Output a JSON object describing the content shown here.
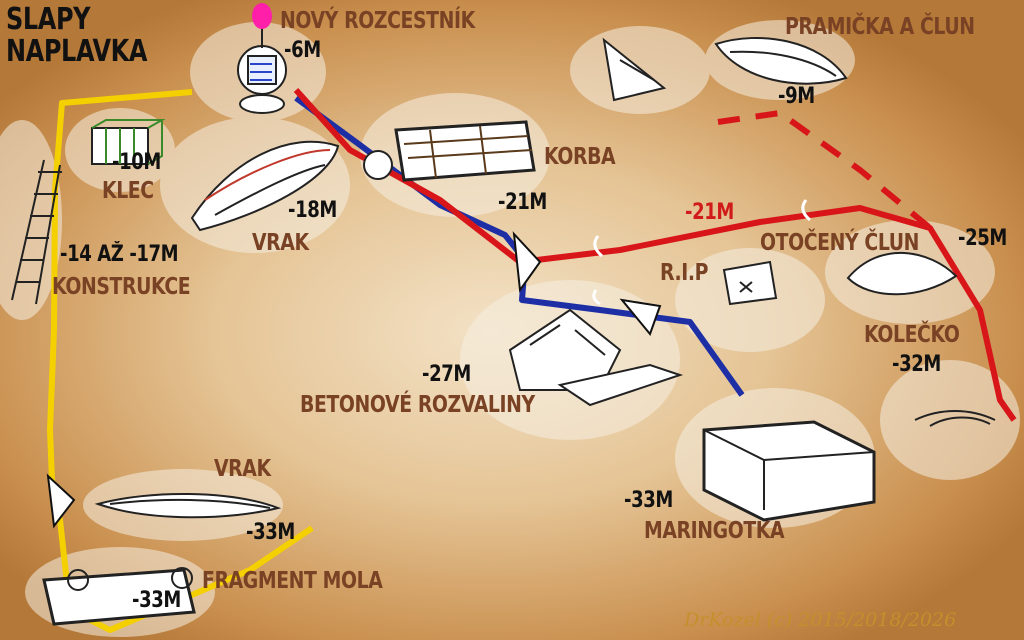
{
  "map": {
    "title_line1": "SLAPY",
    "title_line2": "NAPLAVKA",
    "credit": "DrKozel (c) 2015/2018/2026",
    "colors": {
      "yellow_route": "#f5d000",
      "blue_route": "#1e2fa6",
      "red_route": "#d8161a",
      "label_brown": "#7a4224",
      "entry_marker": "#ff1fa8"
    },
    "sites": [
      {
        "name": "NOVÝ ROZCESTNÍK",
        "depth": "-6M"
      },
      {
        "name": "PRAMIČKA A ČLUN",
        "depth": "-9M"
      },
      {
        "name": "KLEC",
        "depth": "-10M"
      },
      {
        "name": "VRAK",
        "depth": "-18M"
      },
      {
        "name": "KORBA",
        "depth": "-21M"
      },
      {
        "name": "KONSTRUKCE",
        "depth": "-14 AŽ -17M"
      },
      {
        "name": "R.I.P",
        "depth": "-21M"
      },
      {
        "name": "OTOČENÝ ČLUN",
        "depth": "-25M"
      },
      {
        "name": "KOLEČKO",
        "depth": "-32M"
      },
      {
        "name": "BETONOVÉ ROZVALINY",
        "depth": "-27M"
      },
      {
        "name": "MARINGOTKA",
        "depth": "-33M"
      },
      {
        "name": "VRAK",
        "depth": "-33M"
      },
      {
        "name": "FRAGMENT MOLA",
        "depth": "-33M"
      }
    ]
  }
}
